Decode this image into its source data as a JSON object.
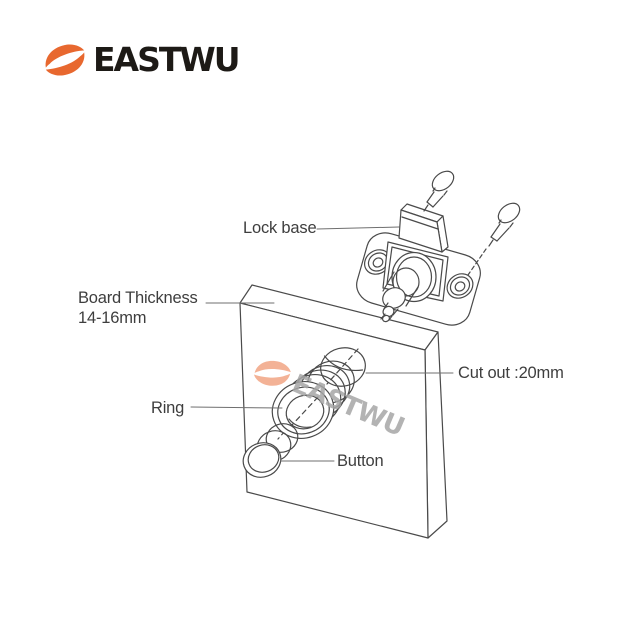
{
  "brand": {
    "name": "EASTWU"
  },
  "watermark": {
    "name": "EASTWU"
  },
  "labels": {
    "lock_base": "Lock base",
    "board_thickness": "Board Thickness",
    "board_thickness_value": "14-16mm",
    "cut_out": "Cut out :20mm",
    "ring": "Ring",
    "button": "Button"
  },
  "colors": {
    "brand_orange": "#E8682F",
    "line_art": "#4a4a4a",
    "leader_line": "#6f6f6f",
    "label_text": "#3e3e3e",
    "watermark_gray": "#a6a6a6",
    "background": "#ffffff"
  }
}
